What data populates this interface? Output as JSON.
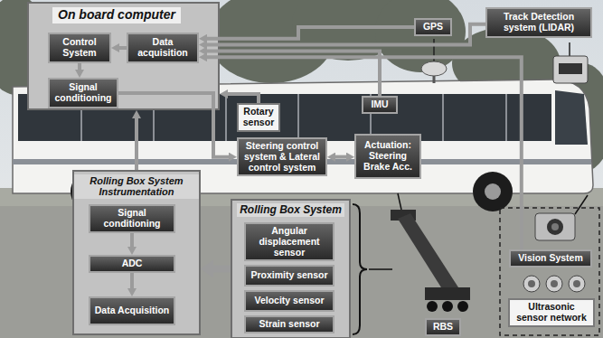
{
  "diagram": {
    "nodes": [
      {
        "text": [
          "On board computer"
        ]
      },
      {
        "text": [
          "Control System"
        ],
        "in": 0
      },
      {
        "text": [
          "Data acquisition"
        ],
        "in": 0
      },
      {
        "text": [
          "Signal conditioning"
        ],
        "in": 0
      },
      {
        "text": [
          "GPS"
        ]
      },
      {
        "text": [
          "Track Detection system (LIDAR)"
        ]
      },
      {
        "text": [
          "Rotary sensor"
        ]
      },
      {
        "text": [
          "IMU"
        ]
      },
      {
        "text": [
          "Steering control system & Lateral control system"
        ]
      },
      {
        "text": [
          "Actuation: Steering Brake Acc."
        ]
      },
      {
        "text": [
          "Rolling Box System Instrumentation"
        ]
      },
      {
        "text": [
          "Signal conditioning"
        ],
        "in": 10
      },
      {
        "text": [
          "ADC"
        ],
        "in": 10
      },
      {
        "text": [
          "Data Acquisition"
        ],
        "in": 10
      },
      {
        "text": [
          "Rolling Box System"
        ]
      },
      {
        "text": [
          "Angular displacement sensor"
        ],
        "in": 14
      },
      {
        "text": [
          "Proximity sensor"
        ],
        "in": 14
      },
      {
        "text": [
          "Velocity sensor"
        ],
        "in": 14
      },
      {
        "text": [
          "Strain sensor"
        ],
        "in": 14
      },
      {
        "text": [
          "RBS"
        ]
      },
      {
        "text": [
          "Vision System"
        ]
      },
      {
        "text": [
          "Ultrasonic sensor network"
        ]
      }
    ],
    "edges": [
      {
        "from": 2,
        "to": 1,
        "arrow": "to"
      },
      {
        "from": 1,
        "to": 3,
        "arrow": "to"
      },
      {
        "from": 4,
        "to": 2,
        "arrow": "to"
      },
      {
        "from": 5,
        "to": 2,
        "arrow": "to"
      },
      {
        "from": 7,
        "to": 2,
        "arrow": "to"
      },
      {
        "from": 20,
        "to": 2,
        "arrow": "to"
      },
      {
        "from": 6,
        "to": 0,
        "arrow": "to"
      },
      {
        "from": 3,
        "to": 8,
        "arrow": "to"
      },
      {
        "from": 8,
        "to": 9,
        "arrow": "both"
      },
      {
        "from": 10,
        "to": 0,
        "arrow": "to"
      },
      {
        "from": 11,
        "to": 12,
        "arrow": "to"
      },
      {
        "from": 12,
        "to": 13,
        "arrow": "to"
      },
      {
        "from": 14,
        "to": 10,
        "arrow": "to"
      }
    ]
  }
}
